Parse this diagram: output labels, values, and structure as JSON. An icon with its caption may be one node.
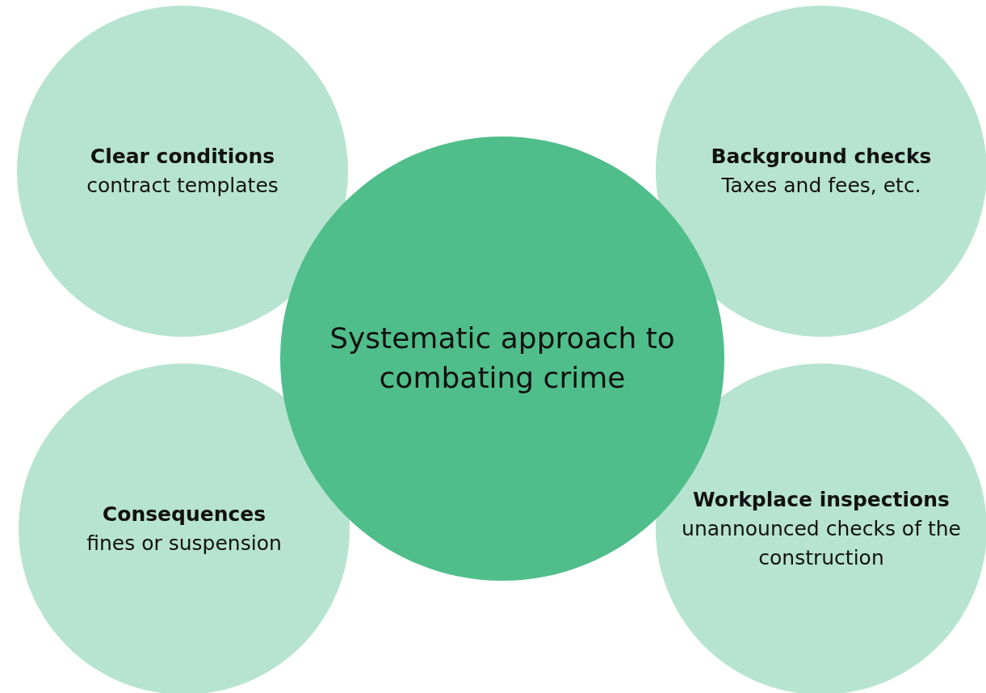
{
  "diagram": {
    "nodes": [
      {
        "text": [
          "Clear conditions",
          "contract templates"
        ]
      },
      {
        "text": [
          "Background checks",
          "Taxes and fees, etc."
        ]
      },
      {
        "text": [
          "Systematic approach to combating crime"
        ]
      },
      {
        "text": [
          "Consequences",
          "fines or suspension"
        ]
      },
      {
        "text": [
          "Workplace inspections",
          "unannounced checks of the construction"
        ]
      }
    ],
    "edges": []
  }
}
